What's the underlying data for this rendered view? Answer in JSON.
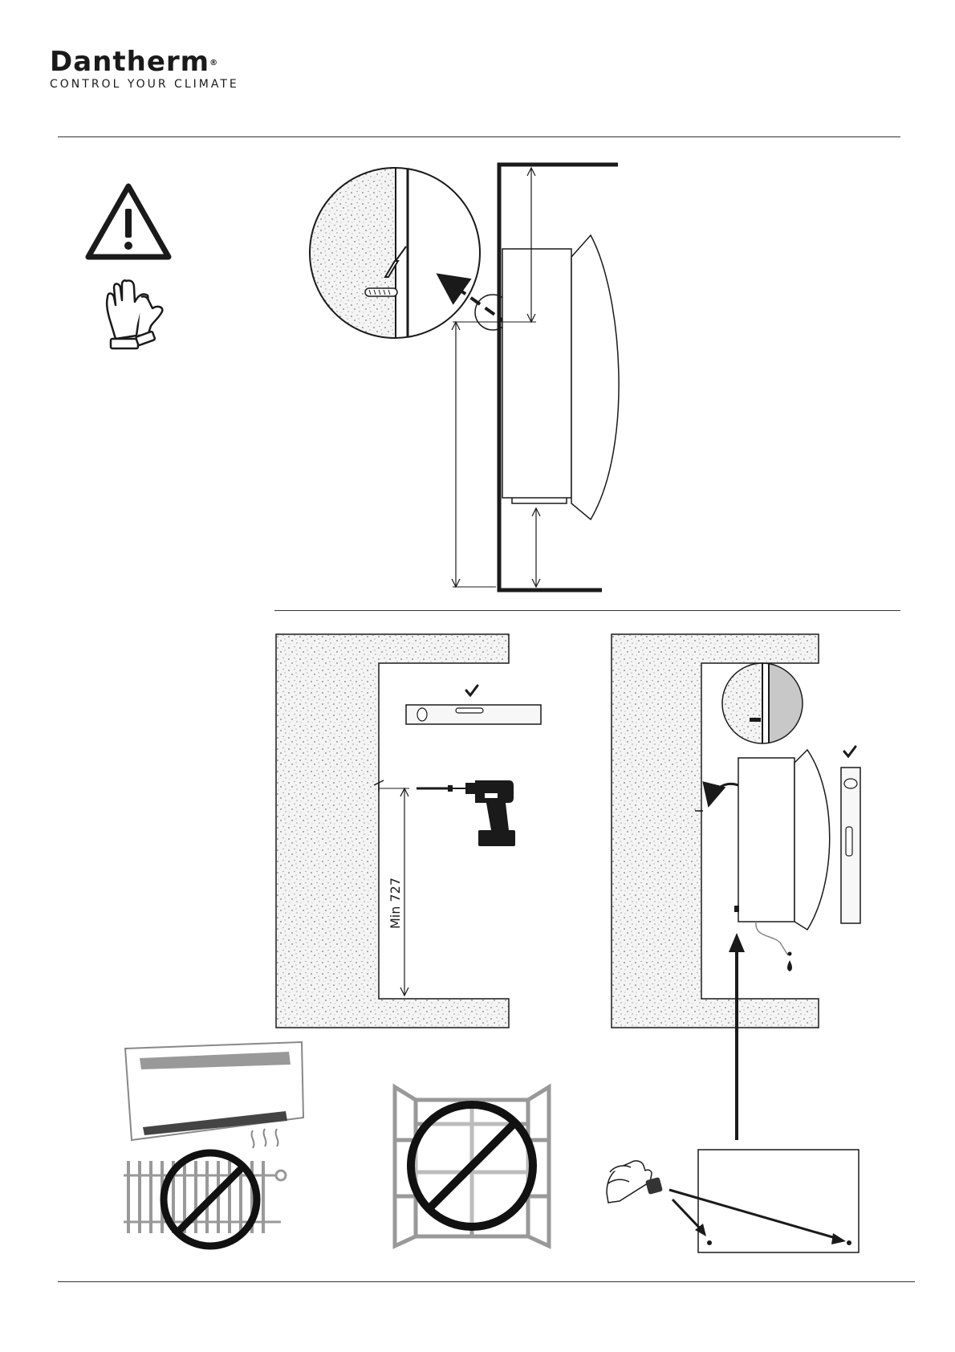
{
  "header": {
    "brand": "Dantherm",
    "registered_mark": "®",
    "tagline": "CONTROL YOUR CLIMATE"
  },
  "icons": [
    "warning-triangle-icon",
    "protective-gloves-icon",
    "drill-icon",
    "spirit-level-icon",
    "checkmark-icon",
    "water-drop-icon",
    "prohibited-icon"
  ],
  "installation": {
    "min_height_label": "Min 727"
  },
  "colors": {
    "line": "#1a1a1a",
    "wall_texture": "#f4f4f4",
    "prohibited": "#111111",
    "panel_grey": "#c8c8c8"
  }
}
